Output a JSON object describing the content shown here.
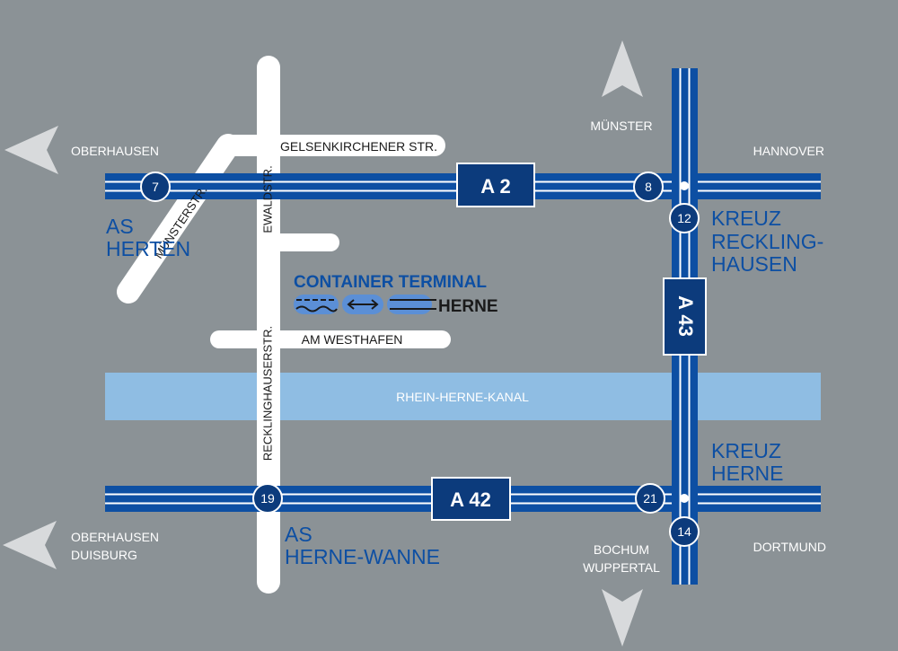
{
  "colors": {
    "background": "#8b9296",
    "motorway": "#0d4fa3",
    "motorway_dark": "#0c3b7c",
    "motorway_line": "#ffffff",
    "local_road": "#ffffff",
    "canal": "#8fbde3",
    "arrow": "#d8dadc",
    "label_blue": "#0d4fa3",
    "label_white": "#ffffff",
    "label_dark": "#1a1a1a"
  },
  "motorways": {
    "a2": "A 2",
    "a42": "A 42",
    "a43": "A 43"
  },
  "exits": {
    "exit_7": "7",
    "exit_8": "8",
    "exit_12": "12",
    "exit_19": "19",
    "exit_21": "21",
    "exit_14": "14"
  },
  "streets": {
    "gelsenkirchener": "GELSENKIRCHENER STR.",
    "muenster_str": "MÜNSTERSTR.",
    "ewald_str": "EWALDSTR.",
    "recklinghauser": "RECKLINGHAUSERSTR.",
    "am_westhafen": "AM WESTHAFEN"
  },
  "canal": "RHEIN-HERNE-KANAL",
  "junctions": {
    "as_herten_line1": "AS",
    "as_herten_line2": "HERTEN",
    "kreuz_recklinghausen_line1": "KREUZ",
    "kreuz_recklinghausen_line2": "RECKLING-",
    "kreuz_recklinghausen_line3": "HAUSEN",
    "kreuz_herne_line1": "KREUZ",
    "kreuz_herne_line2": "HERNE",
    "as_herne_wanne_line1": "AS",
    "as_herne_wanne_line2": "HERNE-WANNE"
  },
  "destinations": {
    "oberhausen_top": "OBERHAUSEN",
    "muenster": "MÜNSTER",
    "hannover": "HANNOVER",
    "oberhausen_bottom": "OBERHAUSEN",
    "duisburg": "DUISBURG",
    "bochum": "BOCHUM",
    "wuppertal": "WUPPERTAL",
    "dortmund": "DORTMUND"
  },
  "terminal": {
    "title": "CONTAINER TERMINAL",
    "name": "HERNE"
  },
  "icons": {
    "direction_arrow": "triangle-arrow-icon",
    "exit_marker": "circle-exit-icon",
    "terminal_logo": "container-transfer-icon"
  }
}
